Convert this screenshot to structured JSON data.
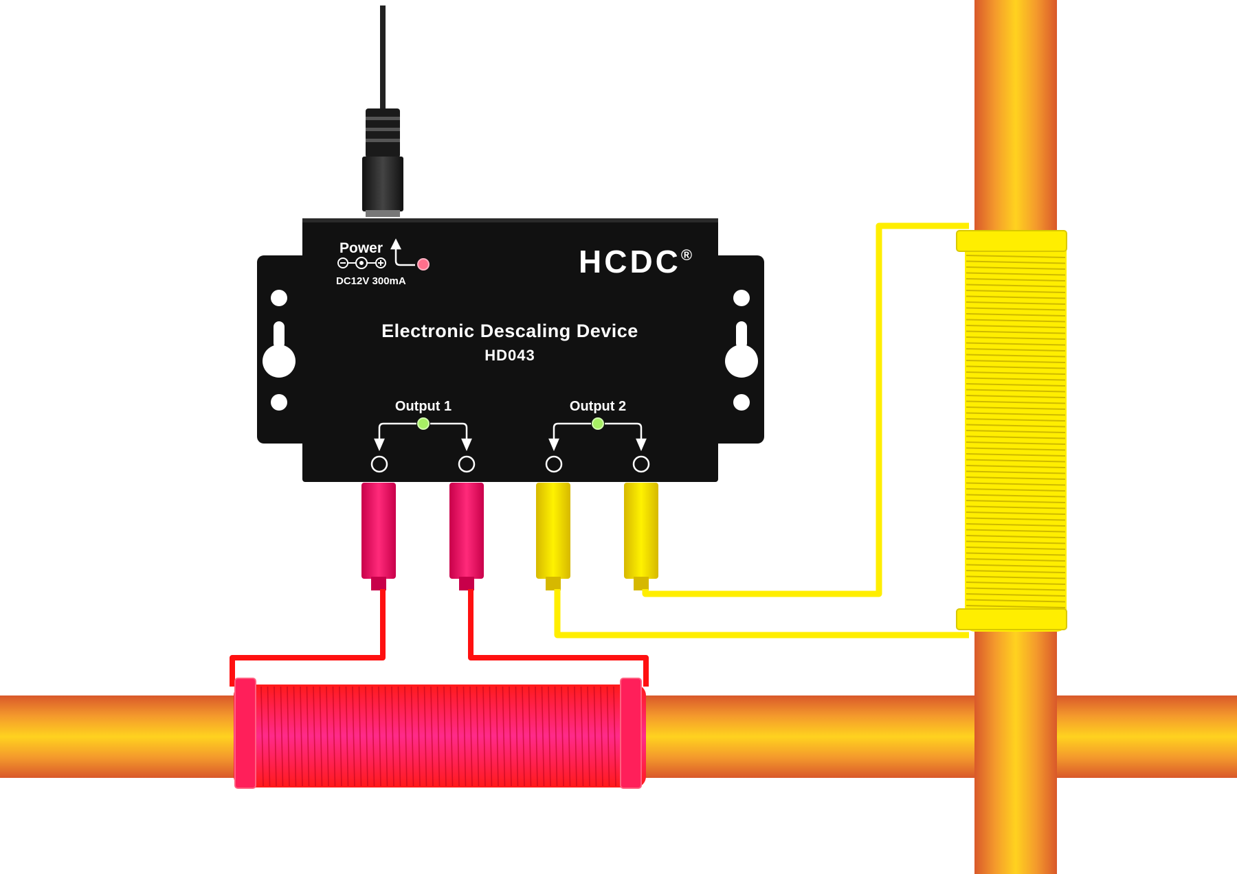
{
  "device": {
    "brand": "HCDC",
    "brand_mark": "®",
    "title": "Electronic Descaling Device",
    "model": "HD043",
    "power_label": "Power",
    "power_spec": "DC12V 300mA",
    "output1_label": "Output 1",
    "output2_label": "Output 2"
  },
  "colors": {
    "device_body": "#111111",
    "pipe": "#f07a2a",
    "coil1": "#ff1f3a",
    "coil2": "#ffee00",
    "led_power": "#ff6f8c",
    "led_output": "#a7f064"
  }
}
